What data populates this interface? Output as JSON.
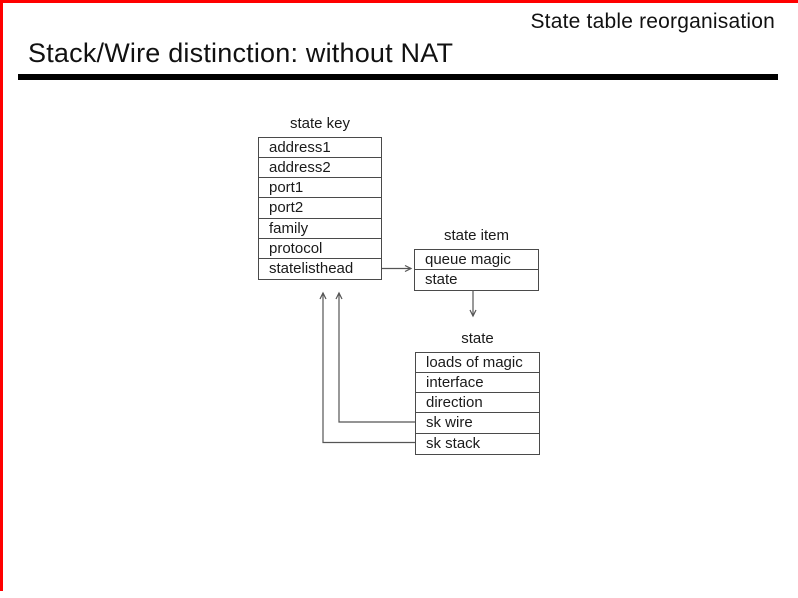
{
  "slide": {
    "header_label": "State table reorganisation",
    "title": "Stack/Wire distinction: without NAT"
  },
  "colors": {
    "accent": "#ff0000",
    "rule": "#000000",
    "line": "#555555",
    "text": "#1a1a1a"
  },
  "diagram": {
    "tables": [
      {
        "label": "state key",
        "rows": [
          "address1",
          "address2",
          "port1",
          "port2",
          "family",
          "protocol",
          "statelisthead"
        ]
      },
      {
        "label": "state item",
        "rows": [
          "queue magic",
          "state"
        ]
      },
      {
        "label": "state",
        "rows": [
          "loads of magic",
          "interface",
          "direction",
          "sk wire",
          "sk stack"
        ]
      }
    ],
    "connectors": [
      {
        "from": "state key / statelisthead",
        "to": "state item",
        "direction": "right"
      },
      {
        "from": "state item / state",
        "to": "state",
        "direction": "down"
      },
      {
        "from": "state / sk wire",
        "to": "state key",
        "direction": "up"
      },
      {
        "from": "state / sk stack",
        "to": "state key",
        "direction": "up"
      }
    ]
  }
}
